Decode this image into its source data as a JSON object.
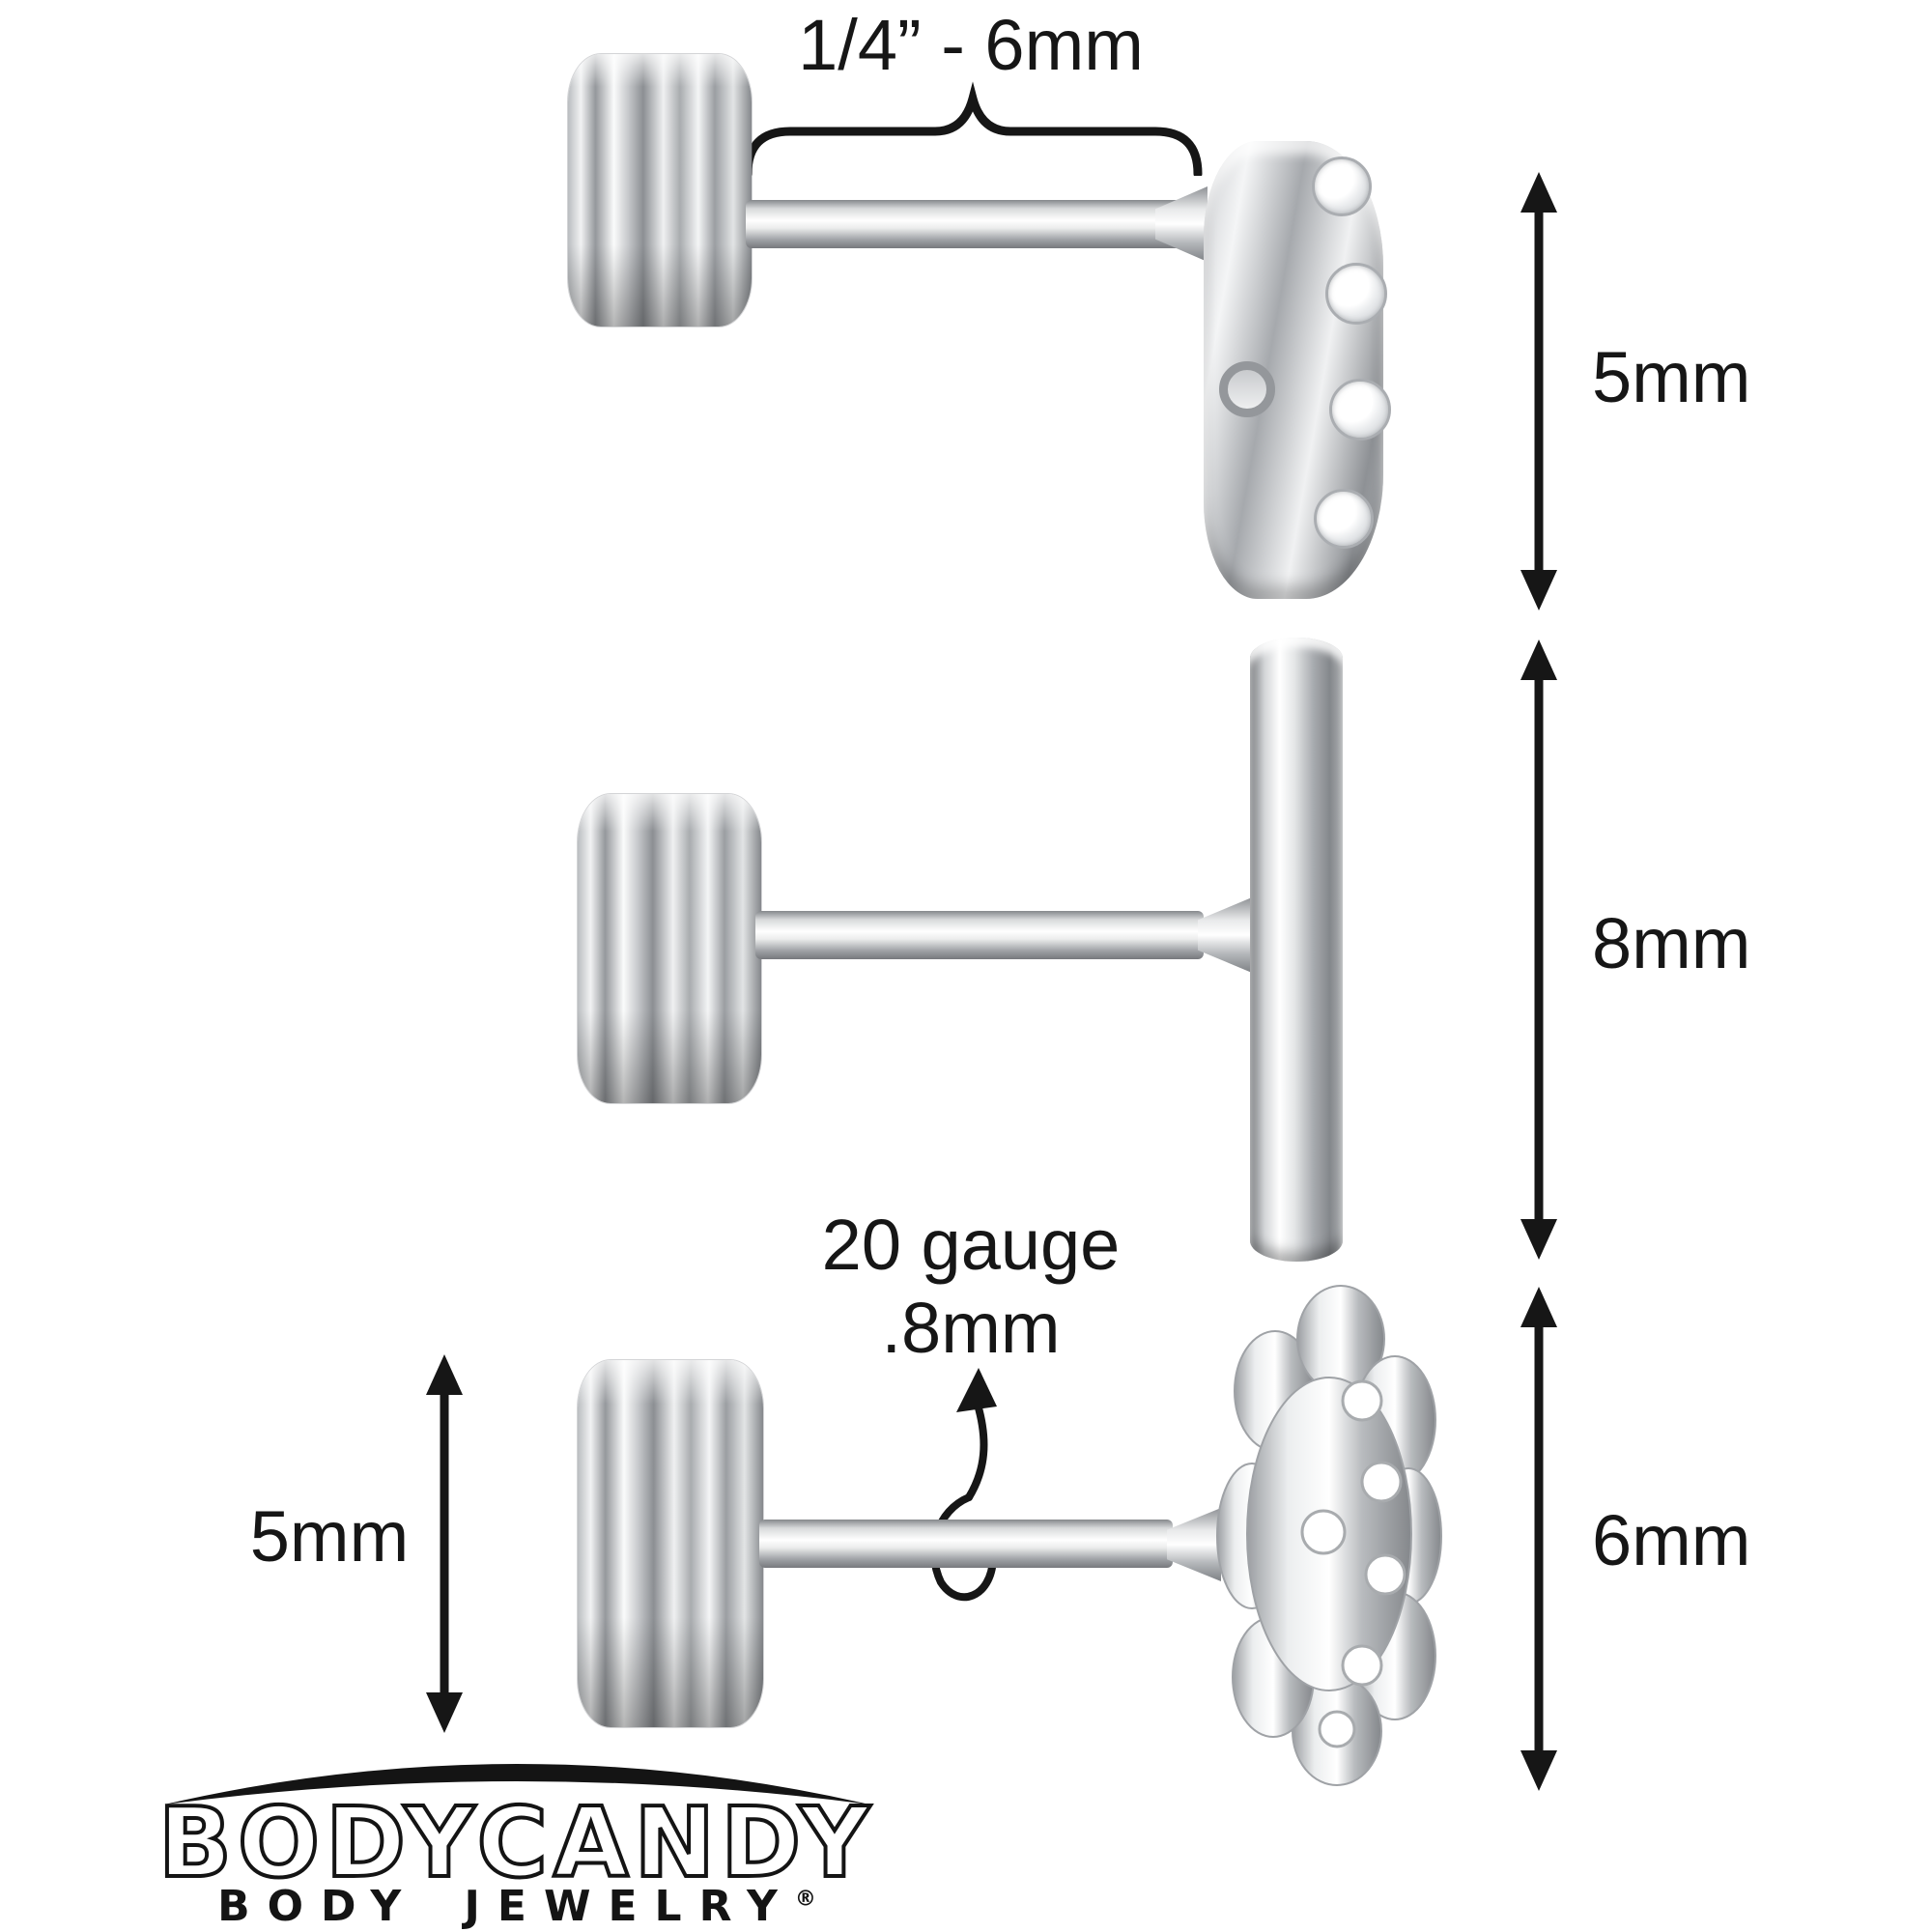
{
  "annotations": {
    "barbell_length": "1/4” - 6mm",
    "gauge_line1": "20 gauge",
    "gauge_line2": ".8mm",
    "top_charm_height": "5mm",
    "middle_bar_height": "8mm",
    "bottom_disc_height": "5mm",
    "bottom_charm_height": "6mm"
  },
  "logo": {
    "brand": "BODYCANDY",
    "tagline": "BODY JEWELRY",
    "registered_mark": "®"
  },
  "icons": {
    "vertical_double_arrow": "↕",
    "curly_brace": "⏞",
    "gauge_pointer_arrow": "↑",
    "logo_arc": "⌒"
  },
  "colors": {
    "annotation": "#161616",
    "background": "#ffffff",
    "metal_light": "#f4f5f6",
    "metal_dark": "#84878b"
  }
}
